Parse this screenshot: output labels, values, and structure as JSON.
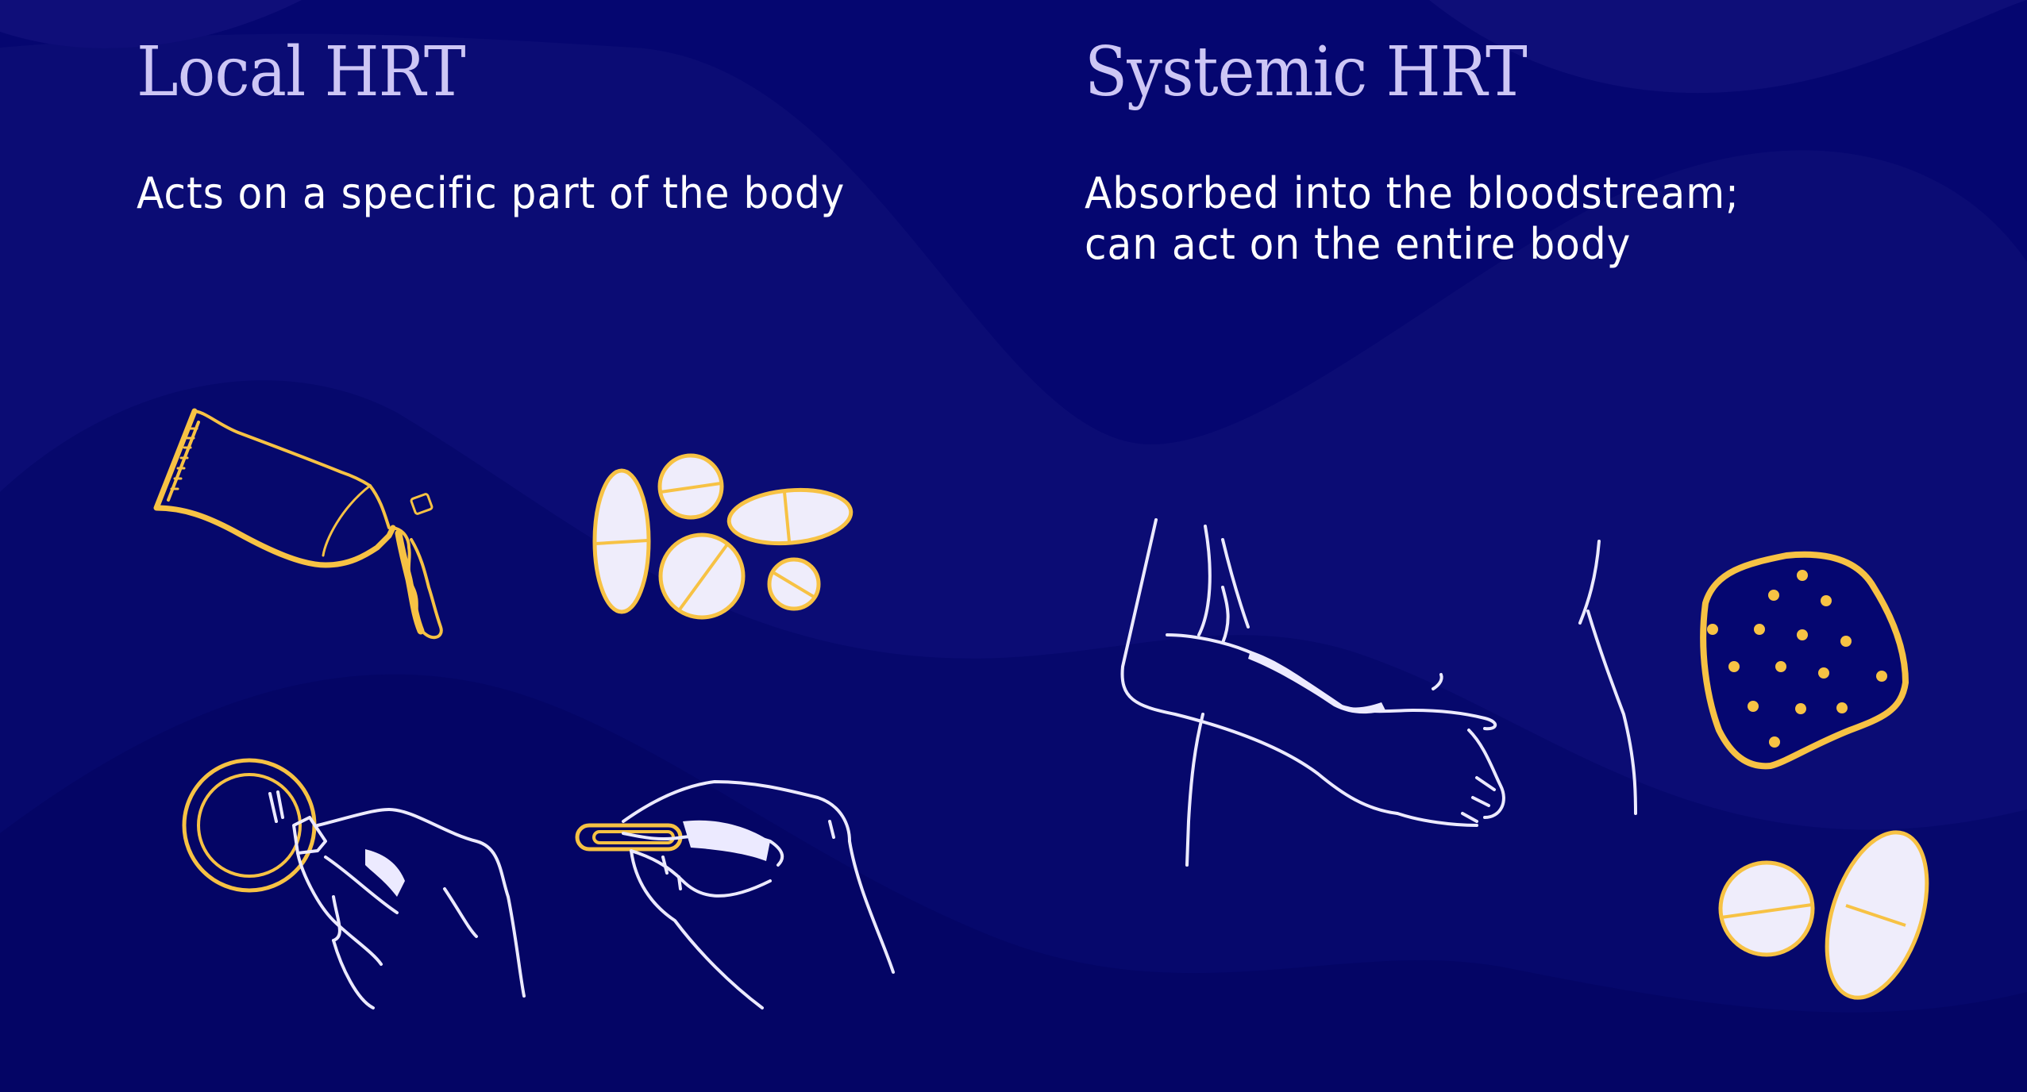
{
  "colors": {
    "background_dark": "#030562",
    "background_mid": "#0b0c74",
    "background_light": "#130f7c",
    "title_lavender": "#cdc6f5",
    "text_white": "#ffffff",
    "accent_yellow": "#f7c244",
    "pill_fill": "#efedfb",
    "line_white": "#eceaff"
  },
  "local": {
    "title": "Local HRT",
    "description": "Acts on a specific part of the body",
    "illustrations": [
      {
        "name": "cream-tube",
        "icon": "cream-tube-icon"
      },
      {
        "name": "tablets",
        "icon": "pills-icon"
      },
      {
        "name": "vaginal-ring-in-hand",
        "icon": "vaginal-ring-icon"
      },
      {
        "name": "pessary-in-hand",
        "icon": "pessary-icon"
      }
    ]
  },
  "systemic": {
    "title": "Systemic HRT",
    "description": "Absorbed into the bloodstream;\ncan act on the entire body",
    "illustrations": [
      {
        "name": "gel-applied-to-arm",
        "icon": "arm-gel-icon"
      },
      {
        "name": "skin-patch",
        "icon": "patch-icon"
      },
      {
        "name": "tablets",
        "icon": "pills-icon"
      }
    ]
  }
}
